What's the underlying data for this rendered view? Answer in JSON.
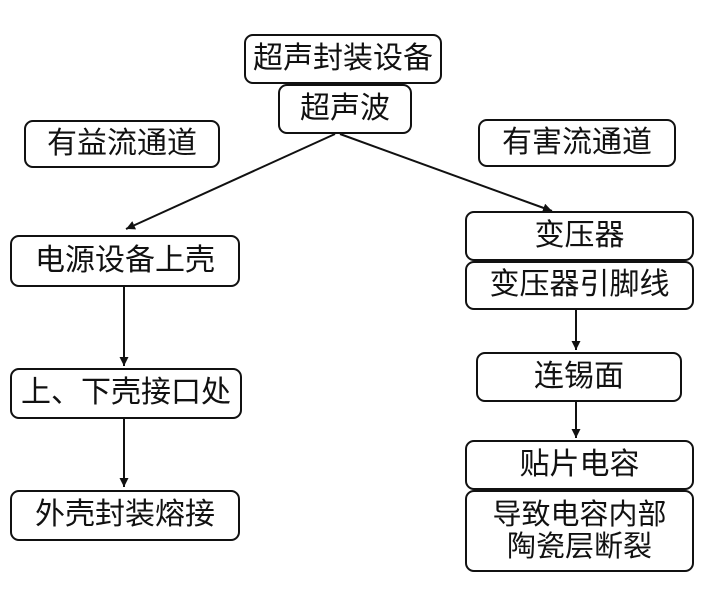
{
  "nodes": {
    "ultrasonic_sealing_equipment": "超声封装设备",
    "ultrasound": "超声波",
    "beneficial_channel": "有益流通道",
    "harmful_channel": "有害流通道",
    "power_upper_shell": "电源设备上壳",
    "shell_interface": "上、下壳接口处",
    "shell_welding": "外壳封装熔接",
    "transformer": "变压器",
    "transformer_pins": "变压器引脚线",
    "solder_surface": "连锡面",
    "smd_capacitor": "贴片电容",
    "capacitor_crack": [
      "导致电容内部",
      "陶瓷层断裂"
    ]
  },
  "colors": {
    "stroke": "#111111",
    "fill": "#ffffff"
  }
}
